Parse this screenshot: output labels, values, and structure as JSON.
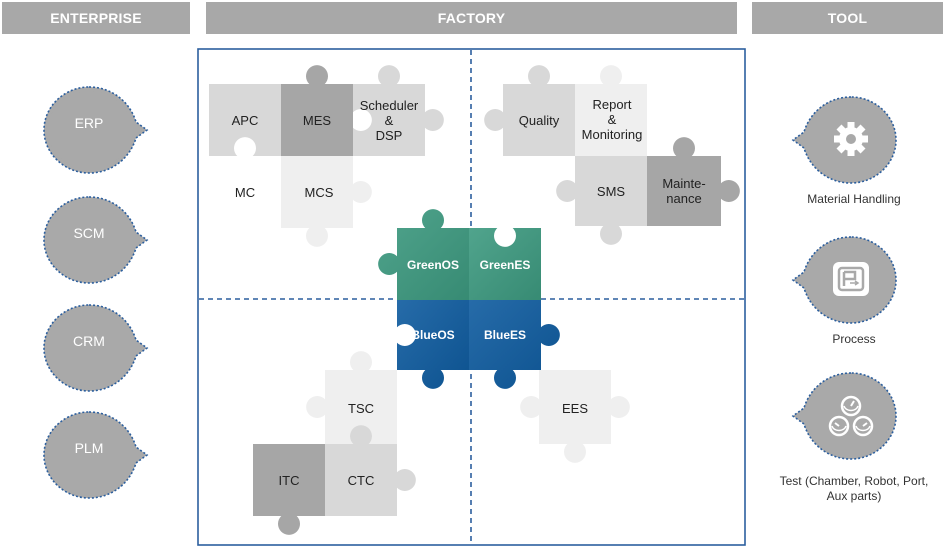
{
  "headers": {
    "enterprise": "ENTERPRISE",
    "factory": "FACTORY",
    "tool": "TOOL"
  },
  "enterprise": {
    "items": [
      {
        "label": "ERP"
      },
      {
        "label": "SCM"
      },
      {
        "label": "CRM"
      },
      {
        "label": "PLM"
      }
    ]
  },
  "factory": {
    "pieces": {
      "apc": "APC",
      "mes": "MES",
      "scheduler": "Scheduler\n&\nDSP",
      "mc": "MC",
      "mcs": "MCS",
      "quality": "Quality",
      "report": "Report\n&\nMonitoring",
      "sms": "SMS",
      "maintenance": "Mainte-\nnance",
      "greenos": "GreenOS",
      "greenes": "GreenES",
      "blueos": "BlueOS",
      "bluees": "BlueES",
      "tsc": "TSC",
      "ees": "EES",
      "itc": "ITC",
      "ctc": "CTC"
    }
  },
  "tool": {
    "items": [
      {
        "label": "Material Handling",
        "icon": "gear-icon"
      },
      {
        "label": "Process",
        "icon": "process-chamber-icon"
      },
      {
        "label": "Test\n(Chamber, Robot,\nPort, Aux parts)",
        "icon": "test-gauges-icon"
      }
    ]
  },
  "colors": {
    "header": "#a8a8a8",
    "drop": "#a9a9a9",
    "frame": "#2c5f9e",
    "green": "#3d9a80",
    "blue": "#0e5b9f",
    "piece_light": "#efefef",
    "piece_mid": "#d8d8d8",
    "piece_dark": "#a6a6a6"
  }
}
